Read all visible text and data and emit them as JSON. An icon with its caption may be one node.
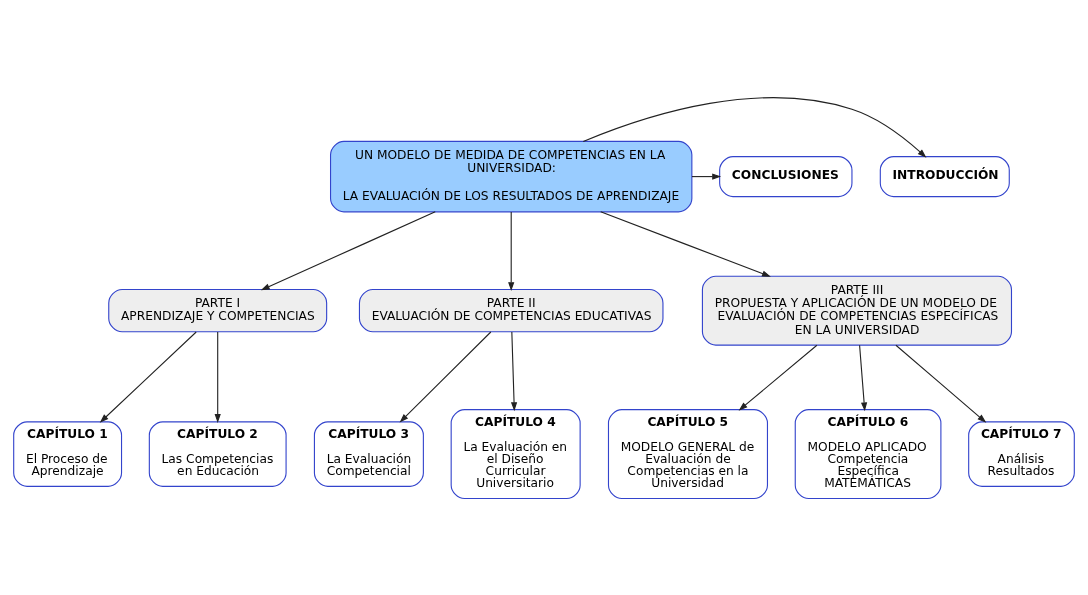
{
  "diagram": {
    "nodes": [
      {
        "text": [
          "UN MODELO DE MEDIDA DE COMPETENCIAS EN LA UNIVERSIDAD:",
          "LA EVALUACIÓN DE LOS RESULTADOS DE APRENDIZAJE"
        ]
      },
      {
        "text": [
          "INTRODUCCIÓN"
        ]
      },
      {
        "text": [
          "CONCLUSIONES"
        ]
      },
      {
        "text": [
          "PARTE I",
          "APRENDIZAJE Y COMPETENCIAS"
        ]
      },
      {
        "text": [
          "PARTE II",
          "EVALUACIÓN DE COMPETENCIAS EDUCATIVAS"
        ]
      },
      {
        "text": [
          "PARTE III",
          "PROPUESTA Y APLICACIÓN DE UN MODELO DE EVALUACIÓN DE COMPETENCIAS ESPECÍFICAS EN LA UNIVERSIDAD"
        ]
      },
      {
        "text": [
          "CAPÍTULO 1",
          "El Proceso de Aprendizaje"
        ]
      },
      {
        "text": [
          "CAPÍTULO 2",
          "Las Competencias en Educación"
        ]
      },
      {
        "text": [
          "CAPÍTULO 3",
          "La Evaluación Competencial"
        ]
      },
      {
        "text": [
          "CAPÍTULO 4",
          "La Evaluación en el Diseño Curricular Universitario"
        ]
      },
      {
        "text": [
          "CAPÍTULO 5",
          "MODELO GENERAL de Evaluación de Competencias en la Universidad"
        ]
      },
      {
        "text": [
          "CAPÍTULO 6",
          "MODELO APLICADO Competencia Específica MATEMÁTICAS"
        ]
      },
      {
        "text": [
          "CAPÍTULO 7",
          "Análisis Resultados"
        ]
      }
    ],
    "edges": [
      {
        "from": 0,
        "to": 1,
        "arrow": "to"
      },
      {
        "from": 0,
        "to": 2,
        "arrow": "to"
      },
      {
        "from": 0,
        "to": 3,
        "arrow": "to"
      },
      {
        "from": 0,
        "to": 4,
        "arrow": "to"
      },
      {
        "from": 0,
        "to": 5,
        "arrow": "to"
      },
      {
        "from": 3,
        "to": 6,
        "arrow": "to"
      },
      {
        "from": 3,
        "to": 7,
        "arrow": "to"
      },
      {
        "from": 4,
        "to": 8,
        "arrow": "to"
      },
      {
        "from": 4,
        "to": 9,
        "arrow": "to"
      },
      {
        "from": 5,
        "to": 10,
        "arrow": "to"
      },
      {
        "from": 5,
        "to": 11,
        "arrow": "to"
      },
      {
        "from": 5,
        "to": 12,
        "arrow": "to"
      }
    ]
  }
}
